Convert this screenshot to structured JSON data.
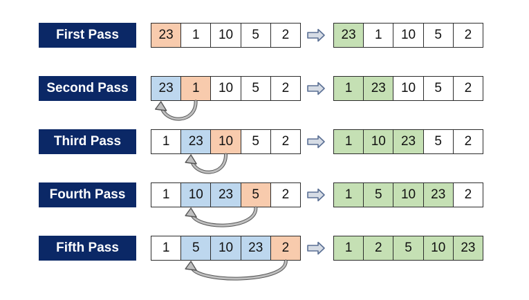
{
  "passes": [
    {
      "label": "First Pass",
      "before": [
        {
          "value": "23",
          "state": "key"
        },
        {
          "value": "1",
          "state": "plain"
        },
        {
          "value": "10",
          "state": "plain"
        },
        {
          "value": "5",
          "state": "plain"
        },
        {
          "value": "2",
          "state": "plain"
        }
      ],
      "after": [
        {
          "value": "23",
          "state": "result"
        },
        {
          "value": "1",
          "state": "plain"
        },
        {
          "value": "10",
          "state": "plain"
        },
        {
          "value": "5",
          "state": "plain"
        },
        {
          "value": "2",
          "state": "plain"
        }
      ],
      "insert_from": null,
      "insert_to": null
    },
    {
      "label": "Second Pass",
      "before": [
        {
          "value": "23",
          "state": "sorted"
        },
        {
          "value": "1",
          "state": "key"
        },
        {
          "value": "10",
          "state": "plain"
        },
        {
          "value": "5",
          "state": "plain"
        },
        {
          "value": "2",
          "state": "plain"
        }
      ],
      "after": [
        {
          "value": "1",
          "state": "result"
        },
        {
          "value": "23",
          "state": "result"
        },
        {
          "value": "10",
          "state": "plain"
        },
        {
          "value": "5",
          "state": "plain"
        },
        {
          "value": "2",
          "state": "plain"
        }
      ],
      "insert_from": 1,
      "insert_to": 0
    },
    {
      "label": "Third Pass",
      "before": [
        {
          "value": "1",
          "state": "plain"
        },
        {
          "value": "23",
          "state": "sorted"
        },
        {
          "value": "10",
          "state": "key"
        },
        {
          "value": "5",
          "state": "plain"
        },
        {
          "value": "2",
          "state": "plain"
        }
      ],
      "after": [
        {
          "value": "1",
          "state": "result"
        },
        {
          "value": "10",
          "state": "result"
        },
        {
          "value": "23",
          "state": "result"
        },
        {
          "value": "5",
          "state": "plain"
        },
        {
          "value": "2",
          "state": "plain"
        }
      ],
      "insert_from": 2,
      "insert_to": 1
    },
    {
      "label": "Fourth Pass",
      "before": [
        {
          "value": "1",
          "state": "plain"
        },
        {
          "value": "10",
          "state": "sorted"
        },
        {
          "value": "23",
          "state": "sorted"
        },
        {
          "value": "5",
          "state": "key"
        },
        {
          "value": "2",
          "state": "plain"
        }
      ],
      "after": [
        {
          "value": "1",
          "state": "result"
        },
        {
          "value": "5",
          "state": "result"
        },
        {
          "value": "10",
          "state": "result"
        },
        {
          "value": "23",
          "state": "result"
        },
        {
          "value": "2",
          "state": "plain"
        }
      ],
      "insert_from": 3,
      "insert_to": 1
    },
    {
      "label": "Fifth Pass",
      "before": [
        {
          "value": "1",
          "state": "plain"
        },
        {
          "value": "5",
          "state": "sorted"
        },
        {
          "value": "10",
          "state": "sorted"
        },
        {
          "value": "23",
          "state": "sorted"
        },
        {
          "value": "2",
          "state": "key"
        }
      ],
      "after": [
        {
          "value": "1",
          "state": "result"
        },
        {
          "value": "2",
          "state": "result"
        },
        {
          "value": "5",
          "state": "result"
        },
        {
          "value": "10",
          "state": "result"
        },
        {
          "value": "23",
          "state": "result"
        }
      ],
      "insert_from": 4,
      "insert_to": 1
    }
  ],
  "icons": {
    "transition": "right-arrow-icon",
    "insertion": "curved-insert-arrow-icon"
  },
  "colors": {
    "label_background": "#0b2866",
    "label_text": "#ffffff",
    "key_cell": "#f8cbad",
    "sorted_cell": "#bdd7ee",
    "result_cell": "#c5e0b4",
    "arrow_fill": "#d6dce5",
    "arrow_stroke": "#5a6f94",
    "curve_stroke": "#8c8c8c"
  }
}
